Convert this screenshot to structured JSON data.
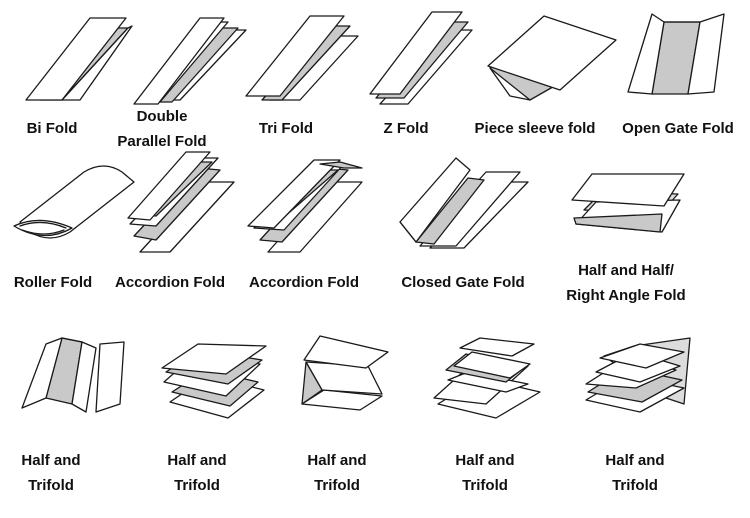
{
  "folds": [
    {
      "id": "bi-fold",
      "icon": "bi-fold-icon",
      "lines": [
        "Bi Fold"
      ]
    },
    {
      "id": "double-parallel-fold",
      "icon": "double-parallel-fold-icon",
      "lines": [
        "Double",
        "Parallel Fold"
      ]
    },
    {
      "id": "tri-fold",
      "icon": "tri-fold-icon",
      "lines": [
        "Tri Fold"
      ]
    },
    {
      "id": "z-fold",
      "icon": "z-fold-icon",
      "lines": [
        "Z Fold"
      ]
    },
    {
      "id": "piece-sleeve-fold",
      "icon": "piece-sleeve-fold-icon",
      "lines": [
        "Piece sleeve fold"
      ]
    },
    {
      "id": "open-gate-fold",
      "icon": "open-gate-fold-icon",
      "lines": [
        "Open Gate Fold"
      ]
    },
    {
      "id": "roller-fold",
      "icon": "roller-fold-icon",
      "lines": [
        "Roller Fold"
      ]
    },
    {
      "id": "accordion-fold-1",
      "icon": "accordion-fold-icon",
      "lines": [
        "Accordion Fold"
      ]
    },
    {
      "id": "accordion-fold-2",
      "icon": "accordion-fold-icon",
      "lines": [
        "Accordion Fold"
      ]
    },
    {
      "id": "closed-gate-fold",
      "icon": "closed-gate-fold-icon",
      "lines": [
        "Closed Gate Fold"
      ]
    },
    {
      "id": "half-and-half-right-angle-fold",
      "icon": "right-angle-fold-icon",
      "lines": [
        "Half and Half/",
        "Right Angle Fold"
      ]
    },
    {
      "id": "half-and-trifold-1",
      "icon": "half-and-trifold-icon",
      "lines": [
        "Half and",
        "Trifold"
      ]
    },
    {
      "id": "half-and-trifold-2",
      "icon": "half-and-trifold-icon",
      "lines": [
        "Half and",
        "Trifold"
      ]
    },
    {
      "id": "half-and-trifold-3",
      "icon": "half-and-trifold-icon",
      "lines": [
        "Half and",
        "Trifold"
      ]
    },
    {
      "id": "half-and-trifold-4",
      "icon": "half-and-trifold-icon",
      "lines": [
        "Half and",
        "Trifold"
      ]
    },
    {
      "id": "half-and-trifold-5",
      "icon": "half-and-trifold-icon",
      "lines": [
        "Half and",
        "Trifold"
      ]
    }
  ],
  "colors": {
    "paper": "#ffffff",
    "shade": "#c9c9c9",
    "outline": "#1a1a1a",
    "text": "#111111"
  }
}
